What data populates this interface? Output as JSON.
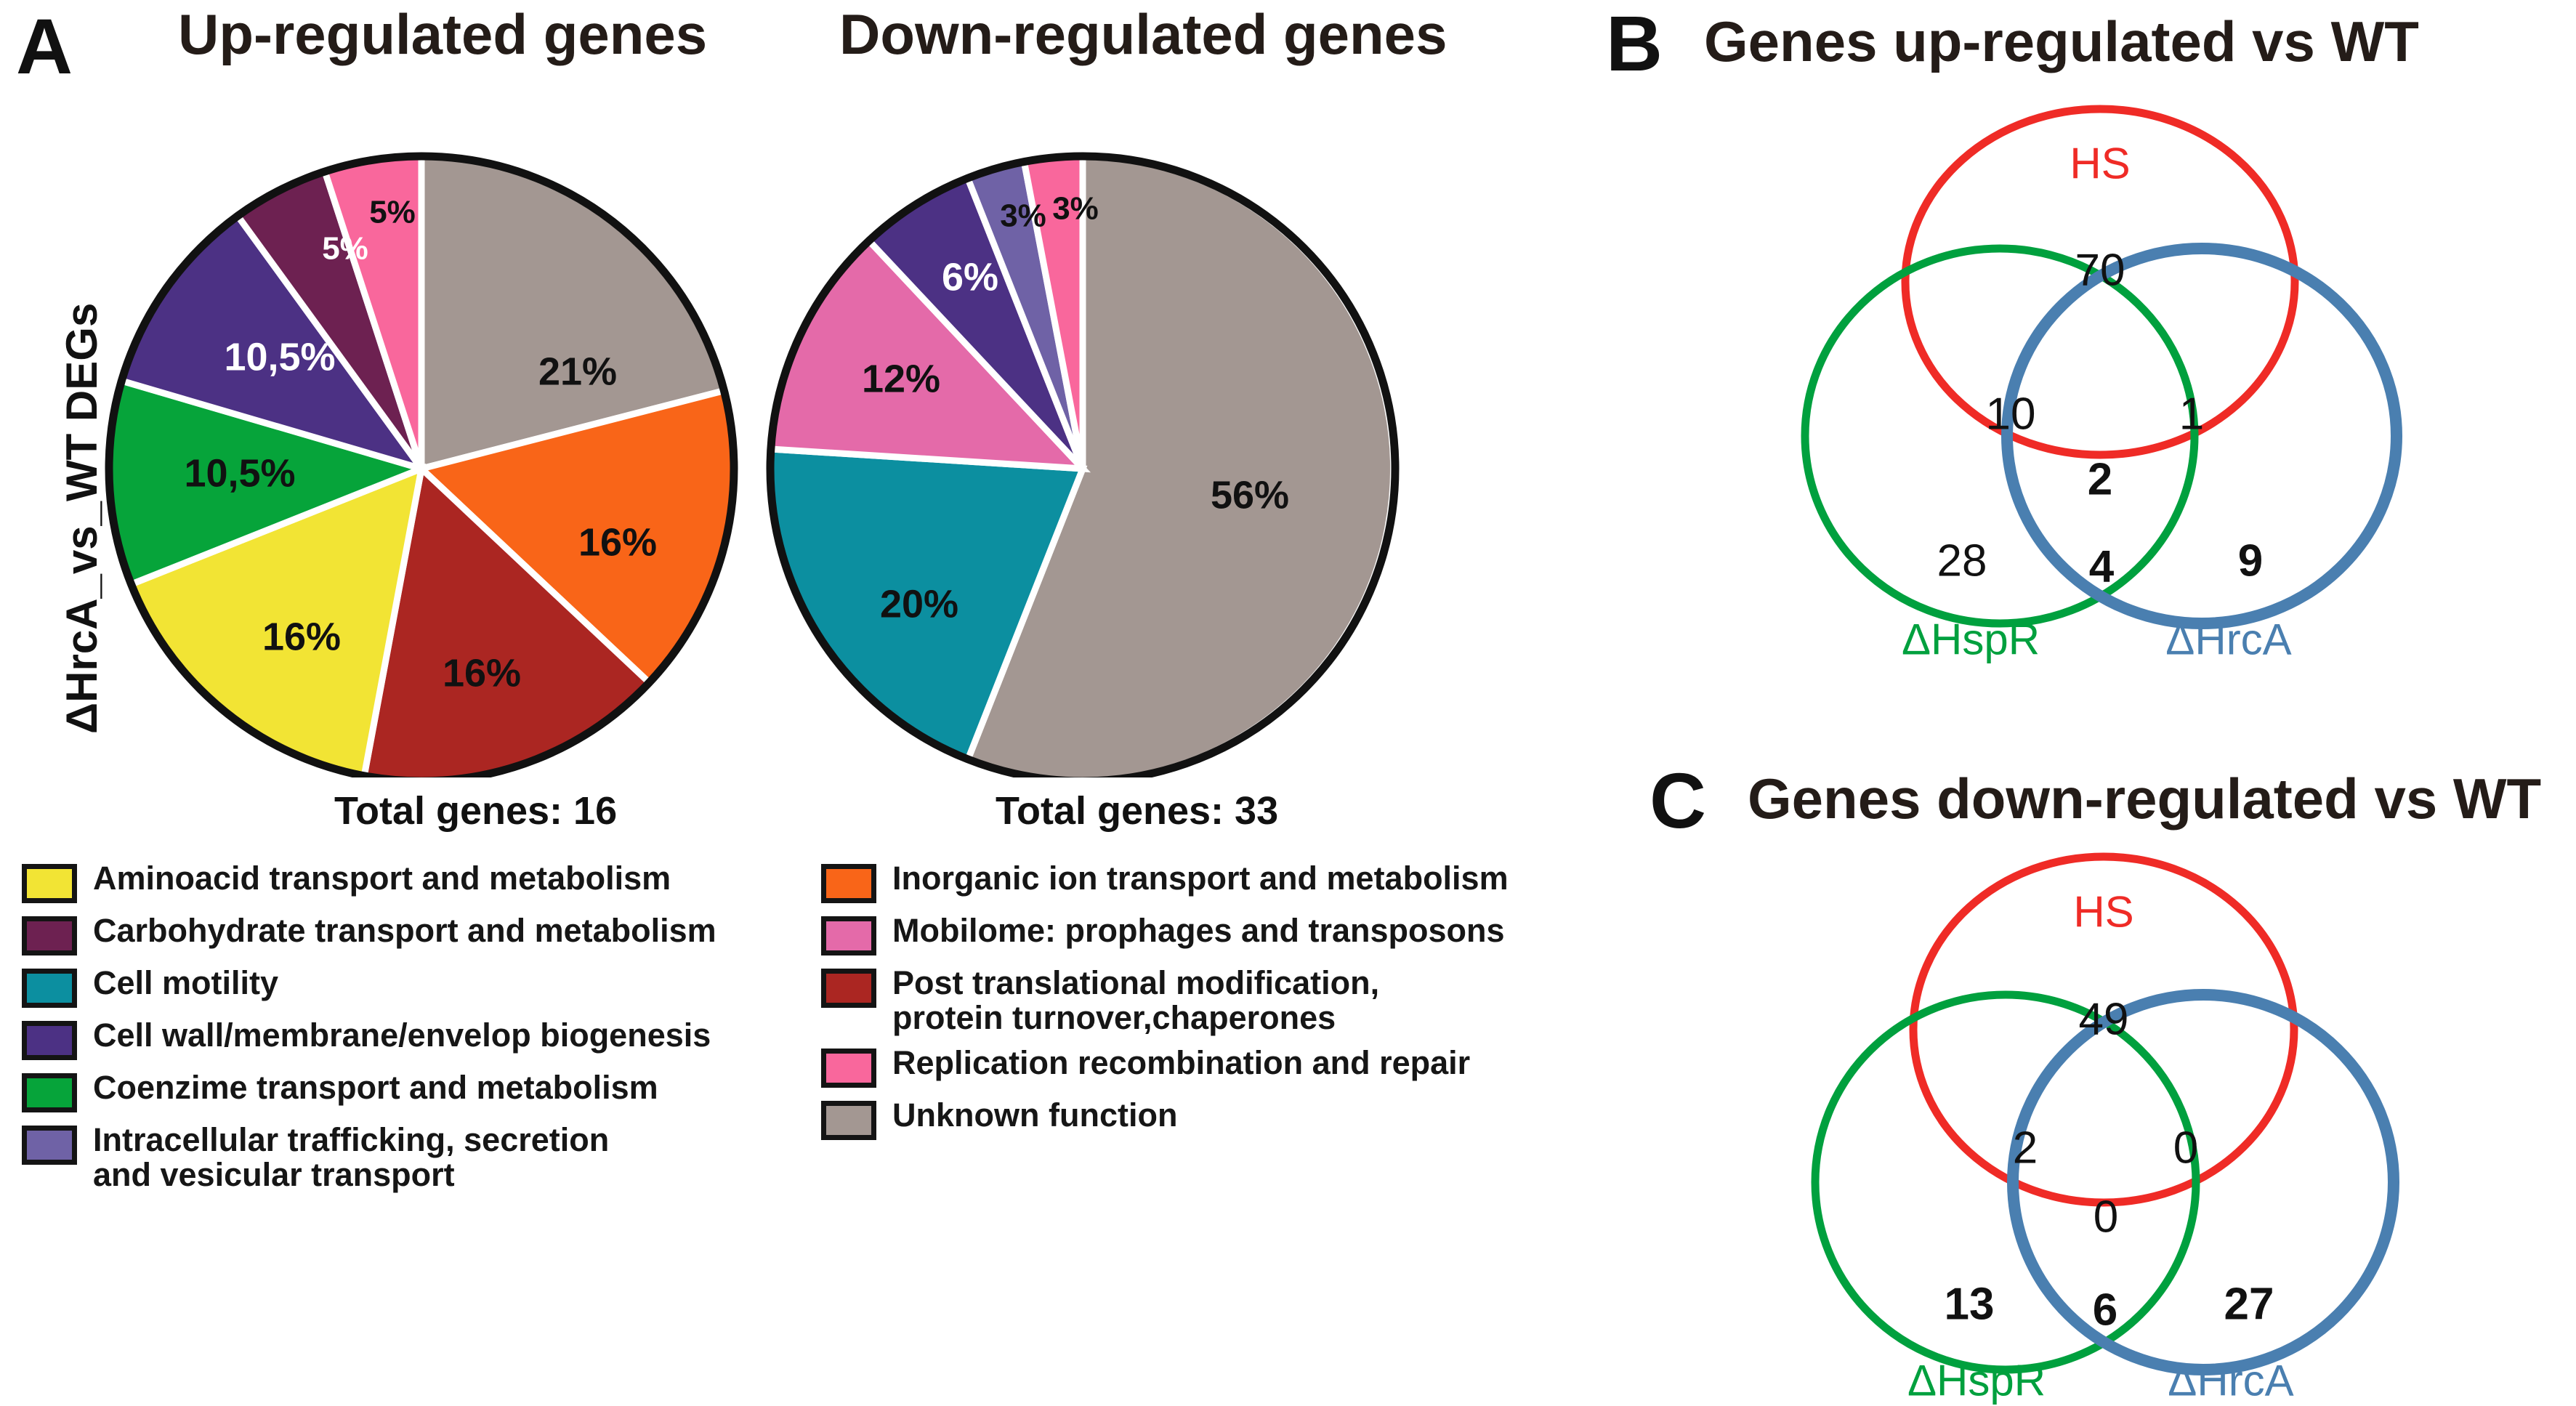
{
  "panelA": {
    "letter": "A",
    "ylabel": "ΔHrcA_vs_WT DEGs",
    "charts": [
      {
        "title": "Up-regulated genes",
        "caption": "Total genes: 16",
        "total": 16
      },
      {
        "title": "Down-regulated genes",
        "caption": "Total genes: 33",
        "total": 33
      }
    ]
  },
  "chart_data": [
    {
      "type": "pie",
      "title": "Up-regulated genes",
      "subtitle": "Total genes: 16",
      "total_genes": 16,
      "categories": [
        "Unknown function",
        "Inorganic ion transport and metabolism",
        "Post translational modification, protein turnover,chaperones",
        "Aminoacid transport and metabolism",
        "Coenzime transport and metabolism",
        "Cell wall/membrane/envelop biogenesis",
        "Carbohydrate transport and metabolism",
        "Replication recombination and repair"
      ],
      "values": [
        21,
        16,
        16,
        16,
        10.5,
        10.5,
        5,
        5
      ],
      "labels": [
        "21%",
        "16%",
        "16%",
        "16%",
        "10,5%",
        "10,5%",
        "5%",
        "5%"
      ],
      "colors": [
        "#a39792",
        "#f96518",
        "#ab2622",
        "#f2e434",
        "#06a43a",
        "#4c3184",
        "#6d2151",
        "#f9679c"
      ],
      "label_colors": [
        "#111111",
        "#111111",
        "#111111",
        "#111111",
        "#111111",
        "#ffffff",
        "#ffffff",
        "#111111"
      ]
    },
    {
      "type": "pie",
      "title": "Down-regulated genes",
      "subtitle": "Total genes: 33",
      "total_genes": 33,
      "categories": [
        "Unknown function",
        "Cell motility",
        "Mobilome: prophages and transposons",
        "Cell wall/membrane/envelop biogenesis",
        "Intracellular trafficking, secretion and vesicular transport",
        "Replication recombination and repair"
      ],
      "values": [
        56,
        20,
        12,
        6,
        3,
        3
      ],
      "labels": [
        "56%",
        "20%",
        "12%",
        "6%",
        "3%",
        "3%"
      ],
      "colors": [
        "#a39792",
        "#0c8fa0",
        "#e46aa9",
        "#4c3184",
        "#6f62a6",
        "#f9679c"
      ],
      "label_colors": [
        "#111111",
        "#111111",
        "#111111",
        "#ffffff",
        "#111111",
        "#111111"
      ]
    }
  ],
  "legend": {
    "column_left": [
      {
        "color": "#f2e434",
        "label": "Aminoacid transport and metabolism"
      },
      {
        "color": "#6d2151",
        "label": "Carbohydrate transport and metabolism"
      },
      {
        "color": "#0c8fa0",
        "label": "Cell motility"
      },
      {
        "color": "#4c3184",
        "label": "Cell wall/membrane/envelop biogenesis"
      },
      {
        "color": "#06a43a",
        "label": "Coenzime transport and metabolism"
      },
      {
        "color": "#6f62a6",
        "label": "Intracellular trafficking, secretion\nand vesicular transport"
      }
    ],
    "column_right": [
      {
        "color": "#f96518",
        "label": "Inorganic ion transport and metabolism"
      },
      {
        "color": "#e46aa9",
        "label": "Mobilome: prophages and transposons"
      },
      {
        "color": "#ab2622",
        "label": "Post translational modification,\nprotein turnover,chaperones"
      },
      {
        "color": "#f9679c",
        "label": "Replication recombination and repair"
      },
      {
        "color": "#a39792",
        "label": "Unknown function"
      }
    ]
  },
  "panelB": {
    "letter": "B",
    "title": "Genes up-regulated vs WT",
    "set_labels": {
      "hs": "HS",
      "hspr": "ΔHspR",
      "hrca": "ΔHrcA"
    },
    "set_colors": {
      "hs": "#ef2b26",
      "hspr": "#00a03e",
      "hrca": "#4a7fb0"
    },
    "counts": {
      "hs_only": "70",
      "hspr_only": "28",
      "hrca_only": "9",
      "hs_hspr": "10",
      "hs_hrca": "1",
      "hspr_hrca": "4",
      "all_three": "2"
    }
  },
  "panelC": {
    "letter": "C",
    "title": "Genes down-regulated vs WT",
    "set_labels": {
      "hs": "HS",
      "hspr": "ΔHspR",
      "hrca": "ΔHrcA"
    },
    "set_colors": {
      "hs": "#ef2b26",
      "hspr": "#00a03e",
      "hrca": "#4a7fb0"
    },
    "counts": {
      "hs_only": "49",
      "hspr_only": "13",
      "hrca_only": "27",
      "hs_hspr": "2",
      "hs_hrca": "0",
      "hspr_hrca": "6",
      "all_three": "0"
    }
  }
}
